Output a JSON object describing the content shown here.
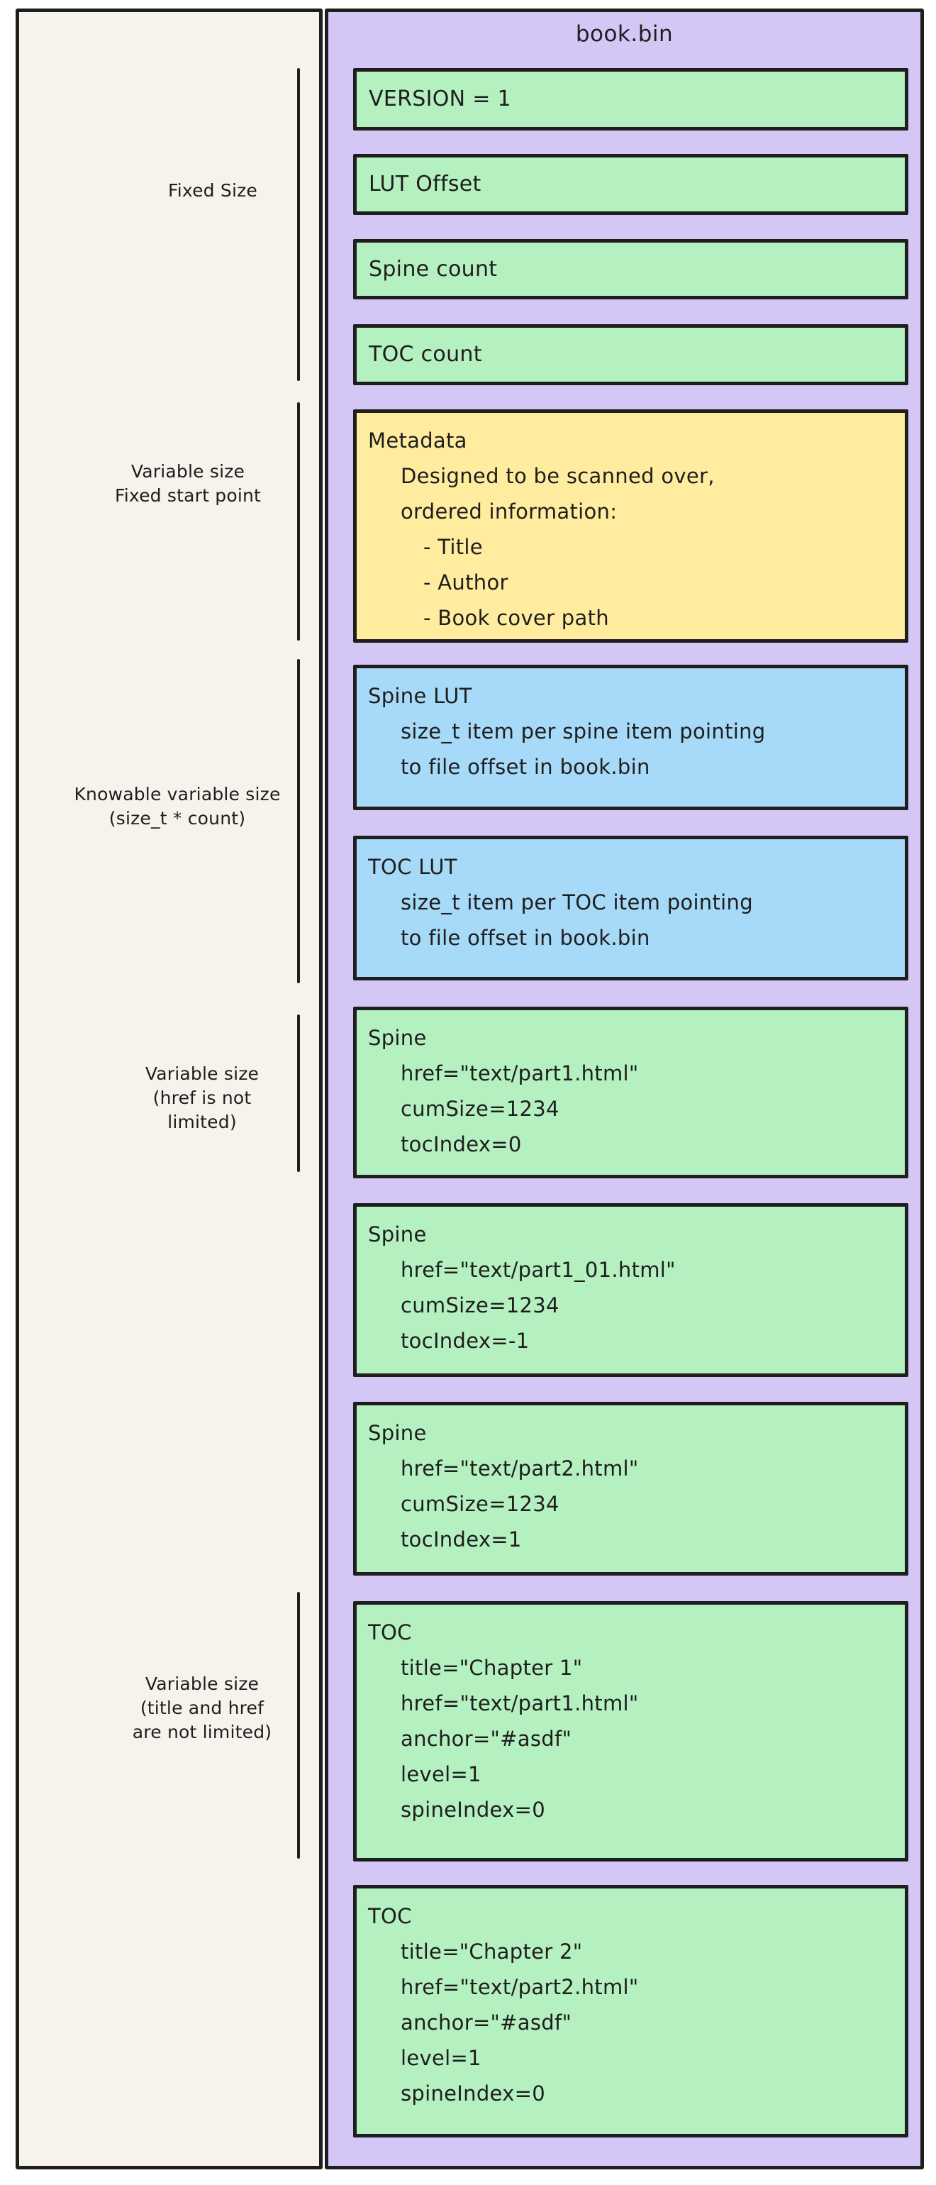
{
  "title": "book.bin",
  "colors": {
    "left_panel_bg": "#f8f2ec",
    "column_bg": "#d5c7f5",
    "green_box": "#b5f0c0",
    "yellow_box": "#ffec9f",
    "blue_box": "#a7daf8",
    "stroke": "#1e1e1e"
  },
  "left_labels": [
    {
      "lines": [
        "Fixed Size"
      ]
    },
    {
      "lines": [
        "Variable size",
        "Fixed start point"
      ]
    },
    {
      "lines": [
        "Knowable variable size",
        "(size_t * count)"
      ]
    },
    {
      "lines": [
        "Variable size",
        "(href is not",
        "limited)"
      ]
    },
    {
      "lines": [
        "Variable size",
        "(title and href",
        "are not limited)"
      ]
    }
  ],
  "boxes": [
    {
      "id": "version",
      "color": "green",
      "lines": [
        "VERSION = 1"
      ]
    },
    {
      "id": "lut-offset",
      "color": "green",
      "lines": [
        "LUT Offset"
      ]
    },
    {
      "id": "spine-count",
      "color": "green",
      "lines": [
        "Spine count"
      ]
    },
    {
      "id": "toc-count",
      "color": "green",
      "lines": [
        "TOC count"
      ]
    },
    {
      "id": "metadata",
      "color": "yellow",
      "lines": [
        "Metadata",
        "Designed to be scanned over,",
        "ordered information:",
        "- Title",
        "- Author",
        "- Book cover path"
      ]
    },
    {
      "id": "spine-lut",
      "color": "blue",
      "lines": [
        "Spine LUT",
        "size_t item per spine item pointing",
        "to file offset in book.bin"
      ]
    },
    {
      "id": "toc-lut",
      "color": "blue",
      "lines": [
        "TOC LUT",
        "size_t item per TOC item pointing",
        "to file offset in book.bin"
      ]
    },
    {
      "id": "spine-1",
      "color": "green",
      "lines": [
        "Spine",
        "href=\"text/part1.html\"",
        "cumSize=1234",
        "tocIndex=0"
      ]
    },
    {
      "id": "spine-2",
      "color": "green",
      "lines": [
        "Spine",
        "href=\"text/part1_01.html\"",
        "cumSize=1234",
        "tocIndex=-1"
      ]
    },
    {
      "id": "spine-3",
      "color": "green",
      "lines": [
        "Spine",
        "href=\"text/part2.html\"",
        "cumSize=1234",
        "tocIndex=1"
      ]
    },
    {
      "id": "toc-1",
      "color": "green",
      "lines": [
        "TOC",
        "title=\"Chapter 1\"",
        "href=\"text/part1.html\"",
        "anchor=\"#asdf\"",
        "level=1",
        "spineIndex=0"
      ]
    },
    {
      "id": "toc-2",
      "color": "green",
      "lines": [
        "TOC",
        "title=\"Chapter 2\"",
        "href=\"text/part2.html\"",
        "anchor=\"#asdf\"",
        "level=1",
        "spineIndex=0"
      ]
    }
  ]
}
